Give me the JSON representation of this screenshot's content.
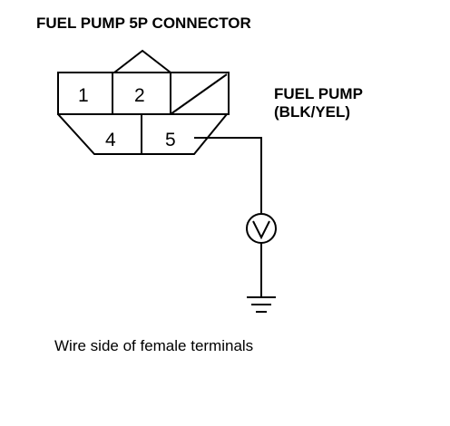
{
  "title": "FUEL PUMP 5P CONNECTOR",
  "terminal_label": {
    "name": "FUEL PUMP",
    "wire_color": "(BLK/YEL)"
  },
  "connector": {
    "pins": [
      {
        "number": "1"
      },
      {
        "number": "2"
      },
      {
        "number": "4"
      },
      {
        "number": "5"
      }
    ]
  },
  "meter_icon": "voltmeter-icon",
  "ground_icon": "ground-icon",
  "caption": "Wire side of female terminals",
  "colors": {
    "line": "#000000",
    "background": "#ffffff"
  }
}
